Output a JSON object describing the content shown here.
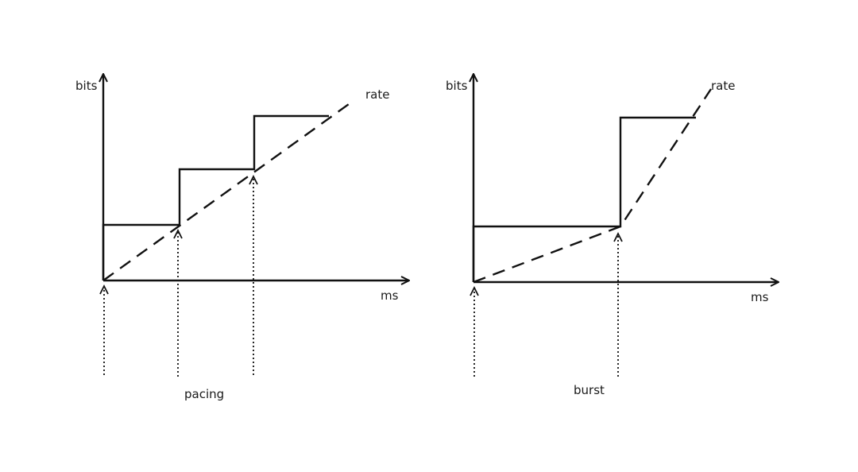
{
  "colors": {
    "background": "#ffffff",
    "ink": "#111111"
  },
  "panels": [
    {
      "id": "left",
      "y_label": "bits",
      "x_label": "ms",
      "line_label": "rate",
      "caption": "pacing"
    },
    {
      "id": "right",
      "y_label": "bits",
      "x_label": "ms",
      "line_label": "rate",
      "caption": "burst"
    }
  ]
}
